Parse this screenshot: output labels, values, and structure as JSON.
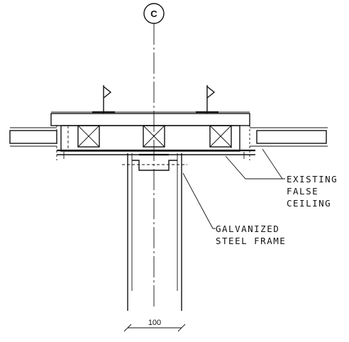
{
  "gridline": {
    "label": "C"
  },
  "labels": {
    "existing_false_ceiling": [
      "EXISTING",
      "FALSE",
      "CEILING"
    ],
    "galvanized_steel_frame": [
      "GALVANIZED",
      "STEEL FRAME"
    ]
  },
  "dimension": {
    "value": "100"
  },
  "colors": {
    "ink": "#111111",
    "paper": "#ffffff"
  }
}
